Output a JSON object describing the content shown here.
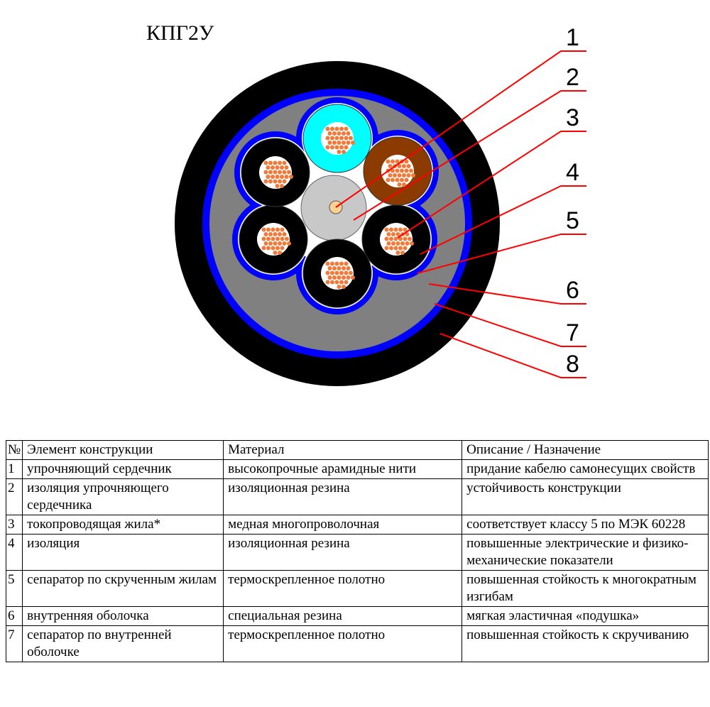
{
  "title": "КПГ2У",
  "callouts": [
    "1",
    "2",
    "3",
    "4",
    "5",
    "6",
    "7",
    "8"
  ],
  "colors": {
    "jacket": "#000000",
    "separator": "#0000ff",
    "inner_sheath": "#808080",
    "core_center": "#c8c8c8",
    "core_cyan": "#00ffff",
    "core_brown": "#8b3a00",
    "copper": "#f07a3a",
    "leader": "#ff0000"
  },
  "table": {
    "headers": [
      "№",
      "Элемент конструкции",
      "Материал",
      "Описание / Назначение"
    ],
    "rows": [
      [
        "1",
        "упрочняющий сердечник",
        "высокопрочные арамидные нити",
        "придание кабелю самонесущих свойств"
      ],
      [
        "2",
        "изоляция упрочняющего сердечника",
        "изоляционная резина",
        "устойчивость конструкции"
      ],
      [
        "3",
        "токопроводящая жила*",
        "медная многопроволочная",
        "соответствует классу 5 по МЭК 60228"
      ],
      [
        "4",
        "изоляция",
        "изоляционная резина",
        "повышенные электрические и физико-механические показатели"
      ],
      [
        "5",
        "сепаратор по скрученным жилам",
        "термоскрепленное полотно",
        "повышенная стойкость к многократным изгибам"
      ],
      [
        "6",
        "внутренняя оболочка",
        "специальная резина",
        "мягкая эластичная «подушка»"
      ],
      [
        "7",
        "сепаратор по внутренней оболочке",
        "термоскрепленное полотно",
        "повышенная стойкость к скручиванию"
      ]
    ]
  }
}
